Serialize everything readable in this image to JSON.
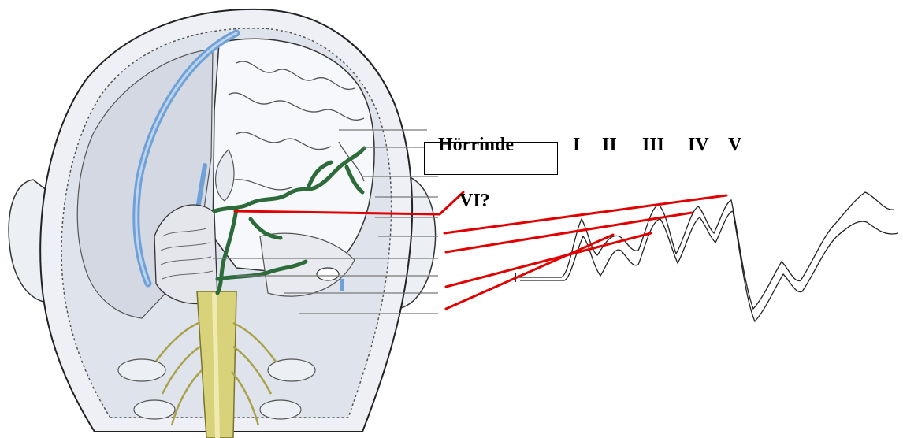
{
  "labels": {
    "cortex": "Hörrinde",
    "waves": [
      "I",
      "II",
      "III",
      "IV",
      "V"
    ],
    "wave_vi": "VI?"
  },
  "colors": {
    "pointer_lines": "#e00000",
    "vessel_blue": "#6fa0d6",
    "nerve_green": "#2e6b3a",
    "brainstem_yellow": "#d8d27a"
  }
}
